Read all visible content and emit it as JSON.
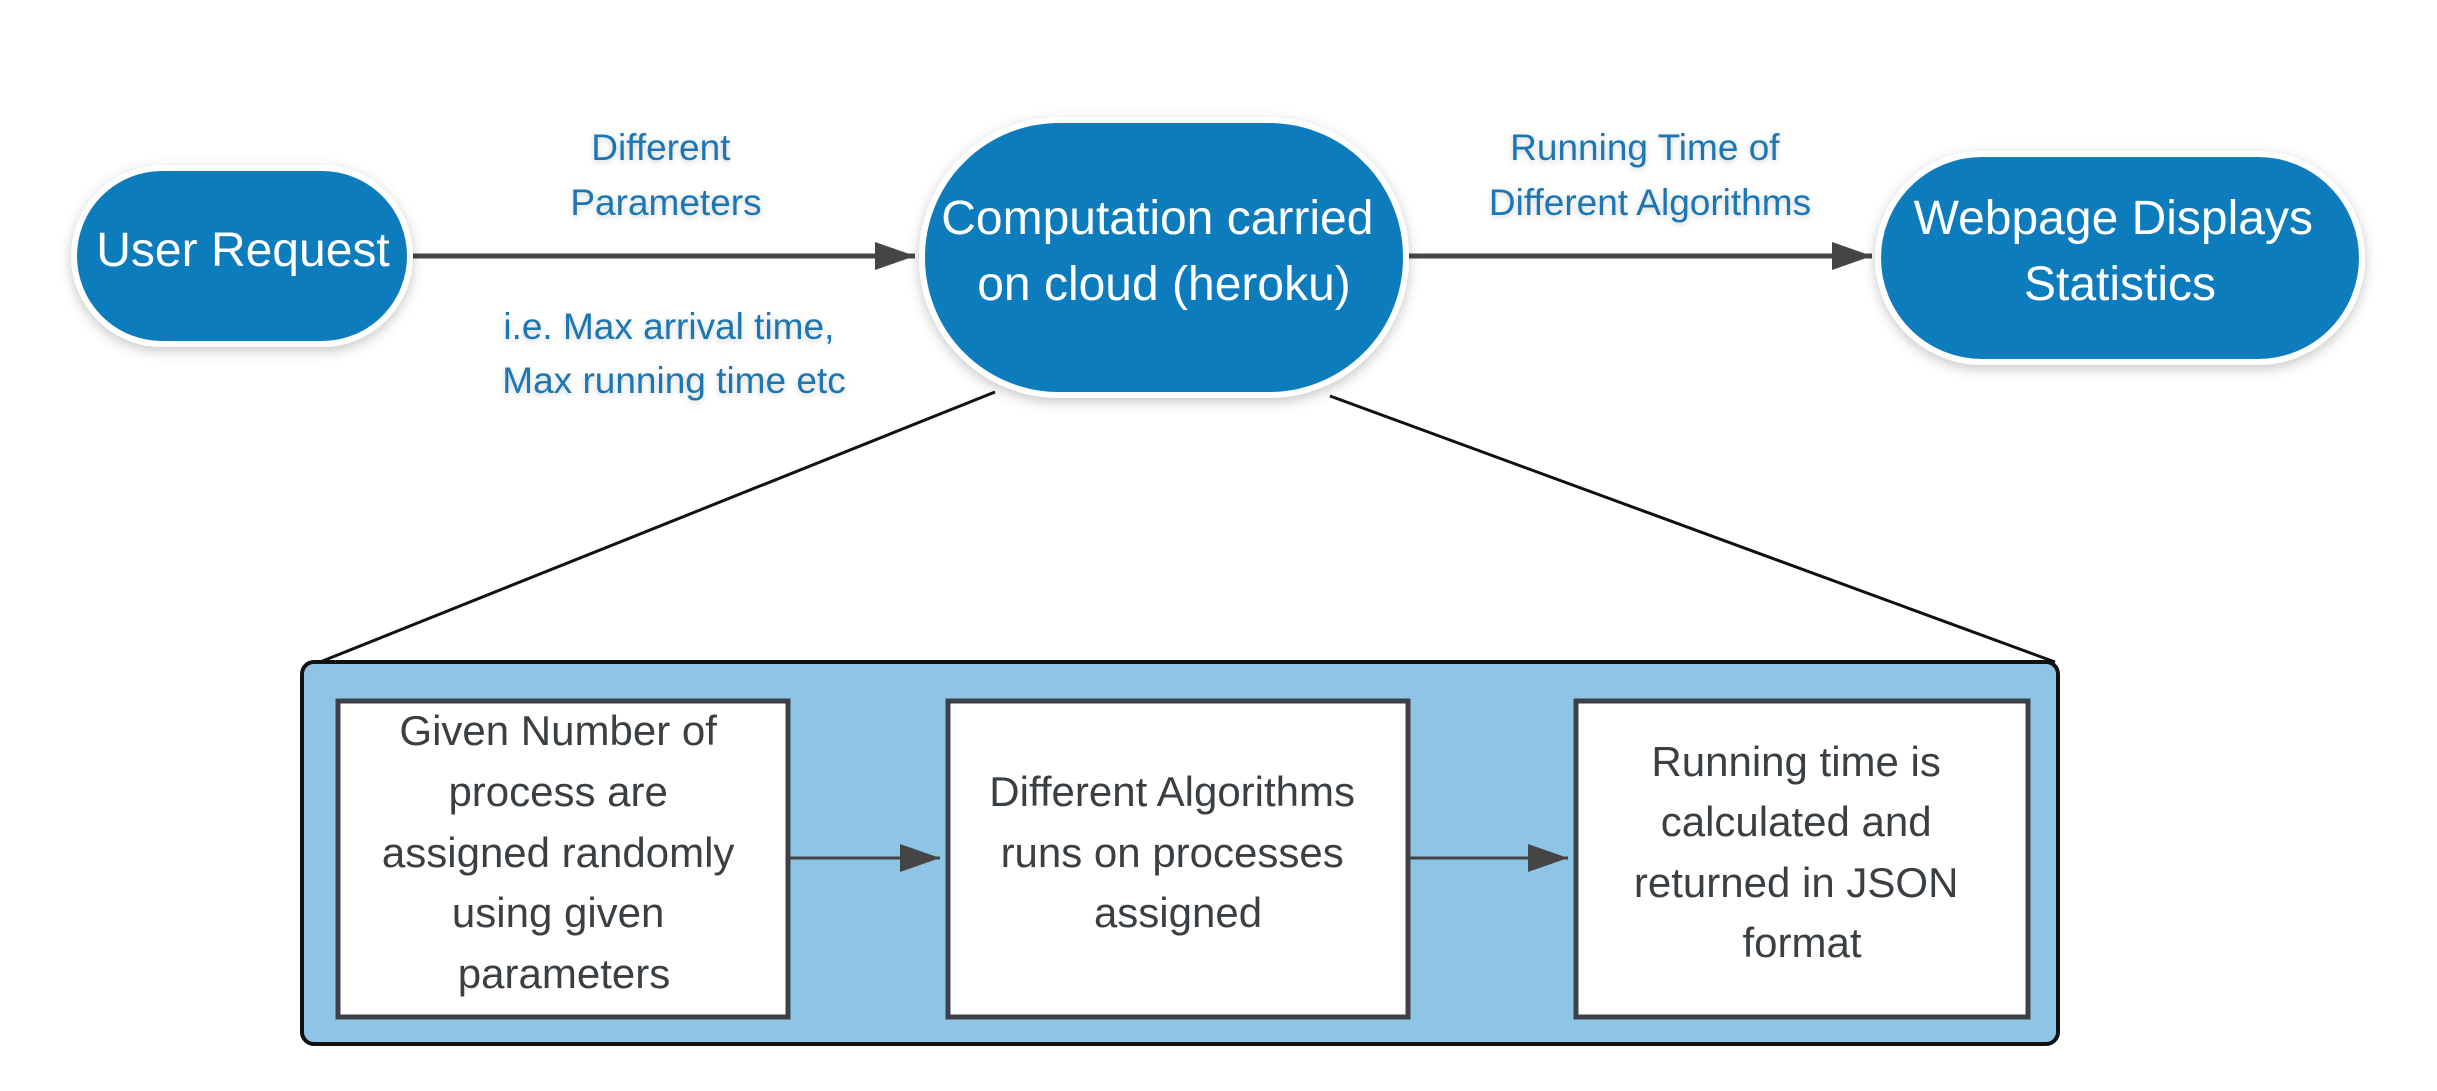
{
  "colors": {
    "pill_fill": "#117bbd",
    "edge_label": "#1a76b4",
    "panel_fill": "#8ec5e7",
    "box_border": "#3d4147",
    "box_text": "#3a3f44",
    "connector": "#454545"
  },
  "nodes": {
    "user_request": {
      "lines": [
        "User Request"
      ]
    },
    "computation": {
      "lines": [
        "Computation carried",
        "on cloud (heroku)"
      ]
    },
    "webpage": {
      "lines": [
        "Webpage Displays",
        "Statistics"
      ]
    }
  },
  "edges": {
    "params_label": {
      "lines": [
        "Different",
        "Parameters"
      ]
    },
    "params_note": {
      "lines": [
        "i.e. Max arrival time,",
        "Max running time etc"
      ]
    },
    "running_label": {
      "lines": [
        "Running Time of",
        "Different Algorithms"
      ]
    }
  },
  "detail": {
    "steps": [
      {
        "lines": [
          "Given Number of",
          "process are",
          "assigned randomly",
          "using given",
          "parameters"
        ]
      },
      {
        "lines": [
          "Different Algorithms",
          "runs on processes",
          "assigned"
        ]
      },
      {
        "lines": [
          "Running time is",
          "calculated and",
          "returned in JSON",
          "format"
        ]
      }
    ]
  }
}
